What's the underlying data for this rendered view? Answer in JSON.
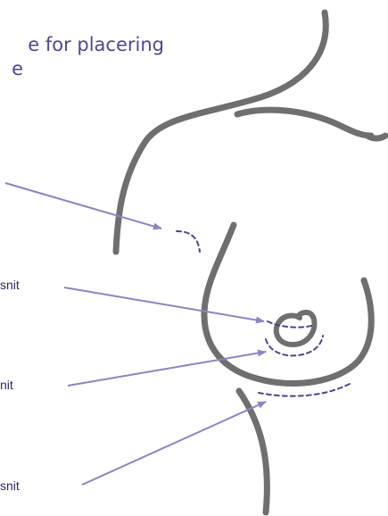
{
  "title": {
    "line1": "e for placering",
    "line2": "e"
  },
  "labels": [
    "snit",
    "nit",
    "snit"
  ],
  "colors": {
    "outline": "#6f6f6f",
    "arrow": "#8a85c4",
    "incision": "#4b4790",
    "title": "#4e4893",
    "label": "#2d2960"
  }
}
